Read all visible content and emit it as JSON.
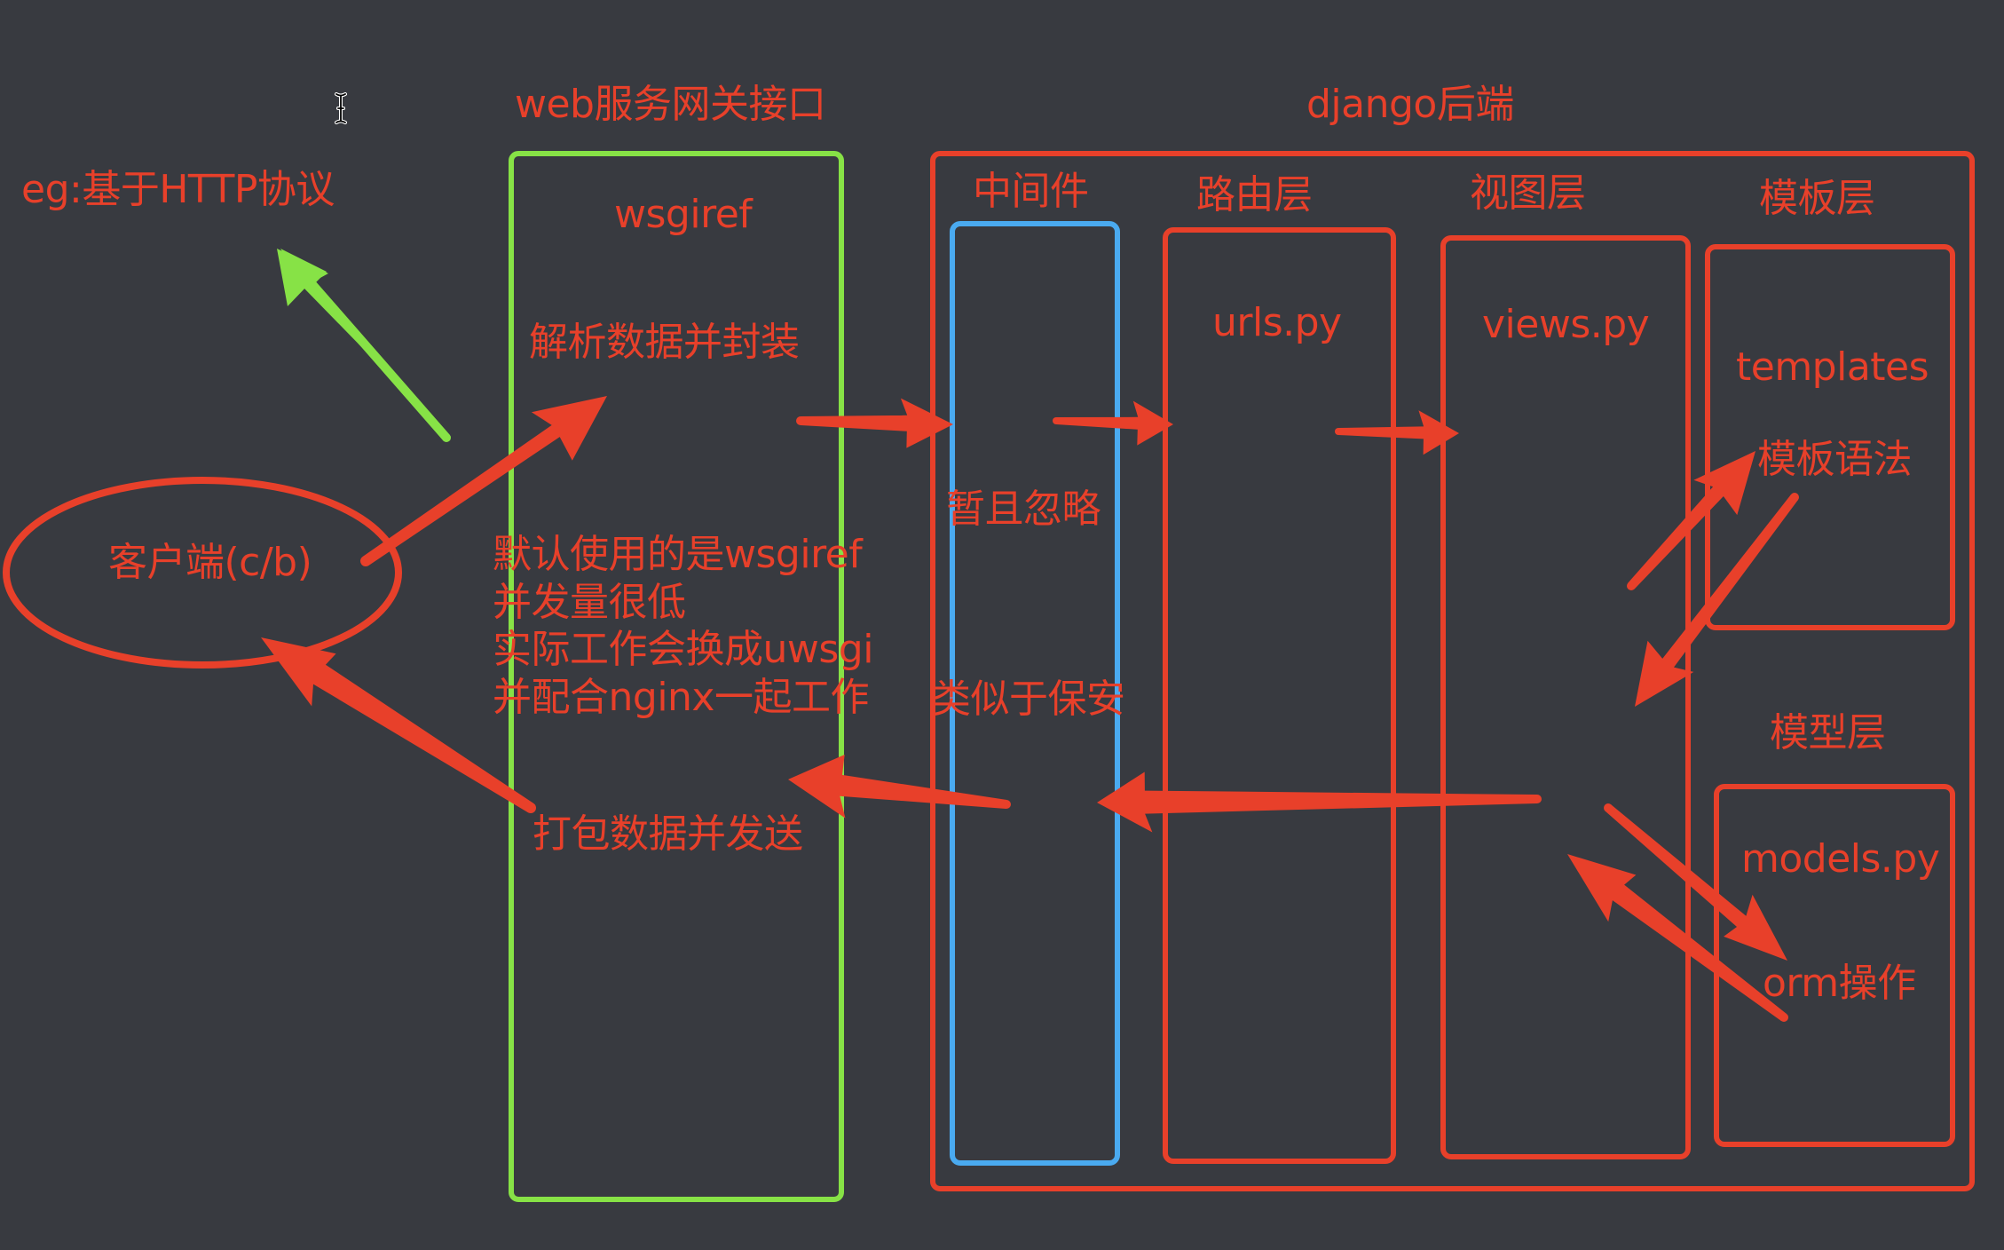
{
  "colors": {
    "background": "#383a40",
    "red": "#e8402a",
    "green": "#87e246",
    "blue": "#4aaaf0"
  },
  "client": {
    "label": "客户端(c/b)",
    "protocol_note": "eg:基于HTTP协议"
  },
  "gateway": {
    "title": "web服务网关接口",
    "name": "wsgiref",
    "parse_label": "解析数据并封装",
    "note": "默认使用的是wsgiref\n并发量很低\n实际工作会换成uwsgi\n并配合nginx一起工作",
    "pack_label": "打包数据并发送"
  },
  "django": {
    "title": "django后端",
    "middleware": {
      "title": "中间件",
      "note1": "暂且忽略",
      "note2": "类似于保安"
    },
    "routing": {
      "title": "路由层",
      "file": "urls.py"
    },
    "views": {
      "title": "视图层",
      "file": "views.py"
    },
    "templates": {
      "title": "模板层",
      "file": "templates",
      "syntax": "模板语法"
    },
    "models": {
      "title": "模型层",
      "file": "models.py",
      "orm": "orm操作"
    }
  },
  "cursor": {
    "icon": "text-cursor-icon"
  }
}
